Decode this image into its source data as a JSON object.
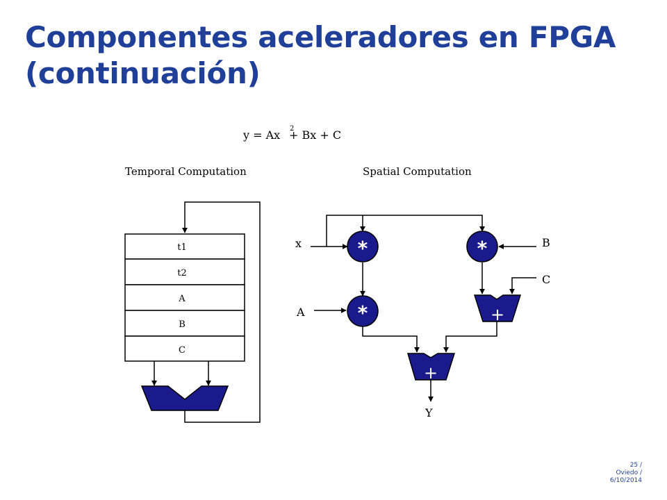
{
  "slide": {
    "title_line1": "Componentes aceleradores en FPGA",
    "title_line2": "(continuación)"
  },
  "diagram": {
    "equation": {
      "lhs": "y = Ax",
      "exponent": "2",
      "rhs": "+ Bx + C"
    },
    "temporal": {
      "heading": "Temporal Computation",
      "registers": [
        "t1",
        "t2",
        "A",
        "B",
        "C"
      ]
    },
    "spatial": {
      "heading": "Spatial Computation",
      "inputs": {
        "x": "x",
        "a": "A",
        "b": "B",
        "c": "C"
      },
      "output": "Y",
      "multiply_symbol": "*",
      "add_symbol": "+"
    },
    "colors": {
      "unit_fill": "#1a1a8c",
      "line": "#000000"
    }
  },
  "footer": {
    "page": "25 /",
    "place": "Oviedo /",
    "date": "6/10/2014"
  }
}
